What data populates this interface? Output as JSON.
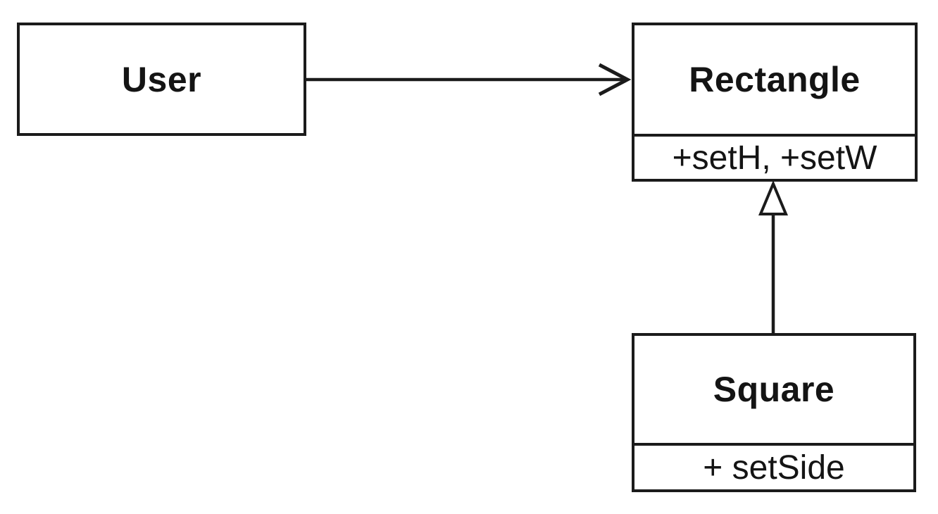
{
  "diagram": {
    "kind": "uml-class-diagram",
    "colors": {
      "background": "#ffffff",
      "line": "#1b1b1b",
      "box_fill": "#ffffff",
      "text": "#141414"
    },
    "classes": [
      {
        "id": "user",
        "name": "User",
        "methods": null
      },
      {
        "id": "rectangle",
        "name": "Rectangle",
        "methods": "+setH, +setW"
      },
      {
        "id": "square",
        "name": "Square",
        "methods": "+ setSide"
      }
    ],
    "relationships": [
      {
        "from": "User",
        "to": "Rectangle",
        "type": "association",
        "arrow": "open-arrowhead"
      },
      {
        "from": "Square",
        "to": "Rectangle",
        "type": "generalization",
        "arrow": "hollow-triangle"
      }
    ]
  }
}
